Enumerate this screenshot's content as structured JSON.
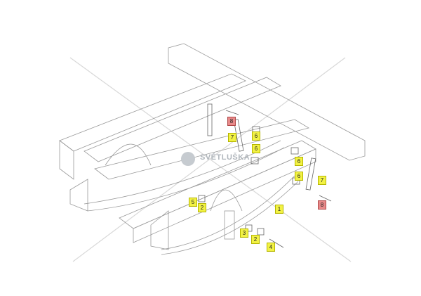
{
  "watermark": "SVĚTLUŠKA",
  "callouts": [
    {
      "id": "c1",
      "text": "8",
      "color": "#e88a8a"
    },
    {
      "id": "c2",
      "text": "7",
      "color": "#f2f244"
    },
    {
      "id": "c3",
      "text": "6",
      "color": "#f2f244"
    },
    {
      "id": "c4",
      "text": "6",
      "color": "#f2f244"
    },
    {
      "id": "c5",
      "text": "6",
      "color": "#f2f244"
    },
    {
      "id": "c6",
      "text": "6",
      "color": "#f2f244"
    },
    {
      "id": "c7",
      "text": "7",
      "color": "#f2f244"
    },
    {
      "id": "c8",
      "text": "8",
      "color": "#e88a8a"
    },
    {
      "id": "c9",
      "text": "5",
      "color": "#f2f244"
    },
    {
      "id": "c10",
      "text": "2",
      "color": "#f2f244"
    },
    {
      "id": "c11",
      "text": "1",
      "color": "#f2f244"
    },
    {
      "id": "c12",
      "text": "3",
      "color": "#f2f244"
    },
    {
      "id": "c13",
      "text": "2",
      "color": "#f2f244"
    },
    {
      "id": "c14",
      "text": "4",
      "color": "#f2f244"
    }
  ]
}
